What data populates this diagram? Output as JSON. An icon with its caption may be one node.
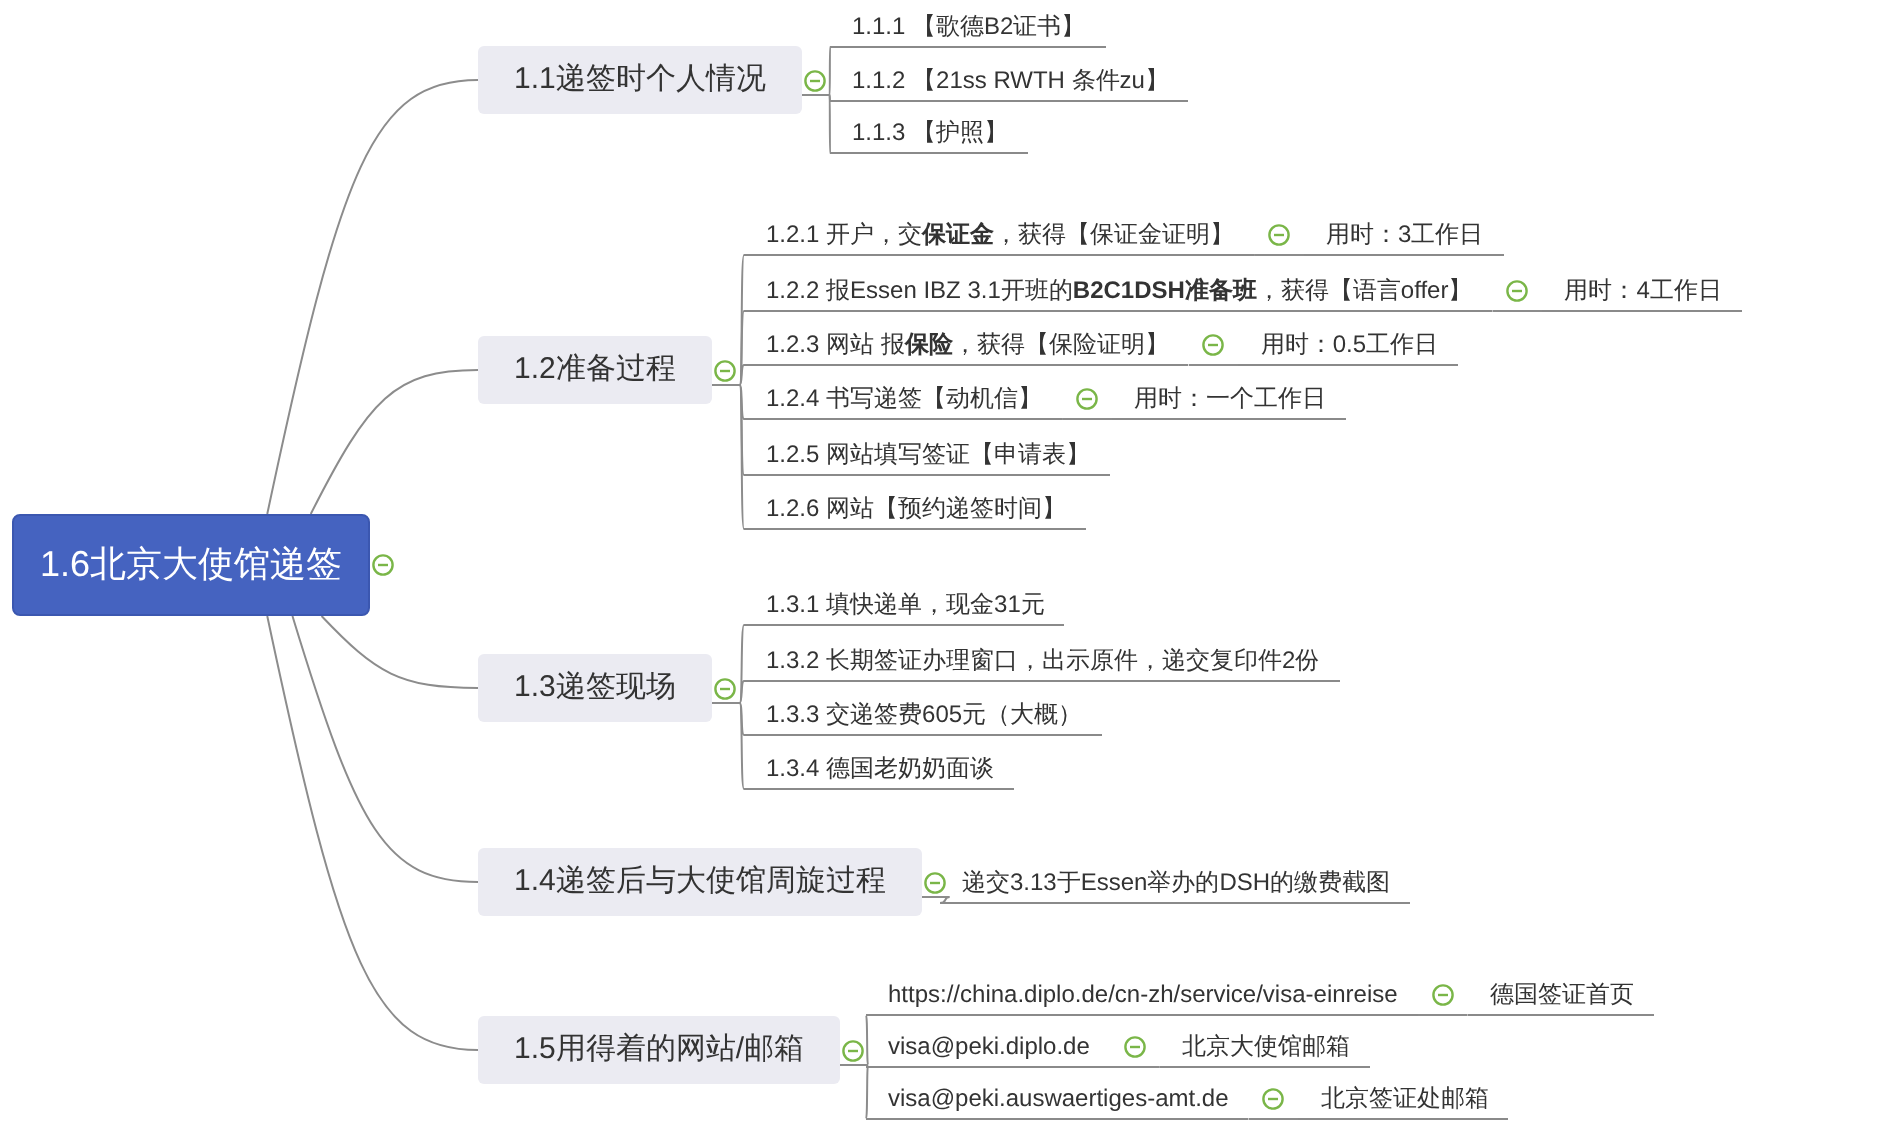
{
  "diagram": {
    "nodes": [
      {
        "text": [
          "1.6北京大使馆递签"
        ]
      },
      {
        "text": [
          "1.1递签时个人情况"
        ]
      },
      {
        "text": [
          "1.1.1 【歌德B2证书】"
        ]
      },
      {
        "text": [
          "1.1.2 【21ss RWTH 条件zu】"
        ]
      },
      {
        "text": [
          "1.1.3 【护照】"
        ]
      },
      {
        "text": [
          "1.2准备过程"
        ]
      },
      {
        "text": [
          "1.2.1 开户，交**保证金**，获得【保证金证明】"
        ]
      },
      {
        "text": [
          "用时：3工作日"
        ]
      },
      {
        "text": [
          "1.2.2 报Essen IBZ 3.1开班的**B2C1DSH准备班**，获得【语言offer】"
        ]
      },
      {
        "text": [
          "用时：4工作日"
        ]
      },
      {
        "text": [
          "1.2.3 网站 报**保险**，获得【保险证明】"
        ]
      },
      {
        "text": [
          "用时：0.5工作日"
        ]
      },
      {
        "text": [
          "1.2.4 书写递签【动机信】"
        ]
      },
      {
        "text": [
          "用时：一个工作日"
        ]
      },
      {
        "text": [
          "1.2.5 网站填写签证【申请表】"
        ]
      },
      {
        "text": [
          "1.2.6 网站【预约递签时间】"
        ]
      },
      {
        "text": [
          "1.3递签现场"
        ]
      },
      {
        "text": [
          "1.3.1 填快递单，现金31元"
        ]
      },
      {
        "text": [
          "1.3.2 长期签证办理窗口，出示原件，递交复印件2份"
        ]
      },
      {
        "text": [
          "1.3.3 交递签费605元（大概）"
        ]
      },
      {
        "text": [
          "1.3.4 德国老奶奶面谈"
        ]
      },
      {
        "text": [
          "1.4递签后与大使馆周旋过程"
        ]
      },
      {
        "text": [
          "递交3.13于Essen举办的DSH的缴费截图"
        ]
      },
      {
        "text": [
          "1.5用得着的网站/邮箱"
        ]
      },
      {
        "text": [
          "https://china.diplo.de/cn-zh/service/visa-einreise"
        ]
      },
      {
        "text": [
          "德国签证首页"
        ]
      },
      {
        "text": [
          "visa@peki.diplo.de"
        ]
      },
      {
        "text": [
          "北京大使馆邮箱"
        ]
      },
      {
        "text": [
          "visa@peki.auswaertiges-amt.de"
        ]
      },
      {
        "text": [
          "北京签证处邮箱"
        ]
      }
    ],
    "edges": [
      {
        "from": 0,
        "to": 1,
        "arrow": "none"
      },
      {
        "from": 0,
        "to": 5,
        "arrow": "none"
      },
      {
        "from": 0,
        "to": 16,
        "arrow": "none"
      },
      {
        "from": 0,
        "to": 21,
        "arrow": "none"
      },
      {
        "from": 0,
        "to": 23,
        "arrow": "none"
      },
      {
        "from": 1,
        "to": 2,
        "arrow": "none"
      },
      {
        "from": 1,
        "to": 3,
        "arrow": "none"
      },
      {
        "from": 1,
        "to": 4,
        "arrow": "none"
      },
      {
        "from": 5,
        "to": 6,
        "arrow": "none"
      },
      {
        "from": 6,
        "to": 7,
        "arrow": "none"
      },
      {
        "from": 5,
        "to": 8,
        "arrow": "none"
      },
      {
        "from": 8,
        "to": 9,
        "arrow": "none"
      },
      {
        "from": 5,
        "to": 10,
        "arrow": "none"
      },
      {
        "from": 10,
        "to": 11,
        "arrow": "none"
      },
      {
        "from": 5,
        "to": 12,
        "arrow": "none"
      },
      {
        "from": 12,
        "to": 13,
        "arrow": "none"
      },
      {
        "from": 5,
        "to": 14,
        "arrow": "none"
      },
      {
        "from": 5,
        "to": 15,
        "arrow": "none"
      },
      {
        "from": 16,
        "to": 17,
        "arrow": "none"
      },
      {
        "from": 16,
        "to": 18,
        "arrow": "none"
      },
      {
        "from": 16,
        "to": 19,
        "arrow": "none"
      },
      {
        "from": 16,
        "to": 20,
        "arrow": "none"
      },
      {
        "from": 21,
        "to": 22,
        "arrow": "none"
      },
      {
        "from": 23,
        "to": 24,
        "arrow": "none"
      },
      {
        "from": 24,
        "to": 25,
        "arrow": "none"
      },
      {
        "from": 23,
        "to": 26,
        "arrow": "none"
      },
      {
        "from": 26,
        "to": 27,
        "arrow": "none"
      },
      {
        "from": 23,
        "to": 28,
        "arrow": "none"
      },
      {
        "from": 28,
        "to": 29,
        "arrow": "none"
      }
    ]
  }
}
